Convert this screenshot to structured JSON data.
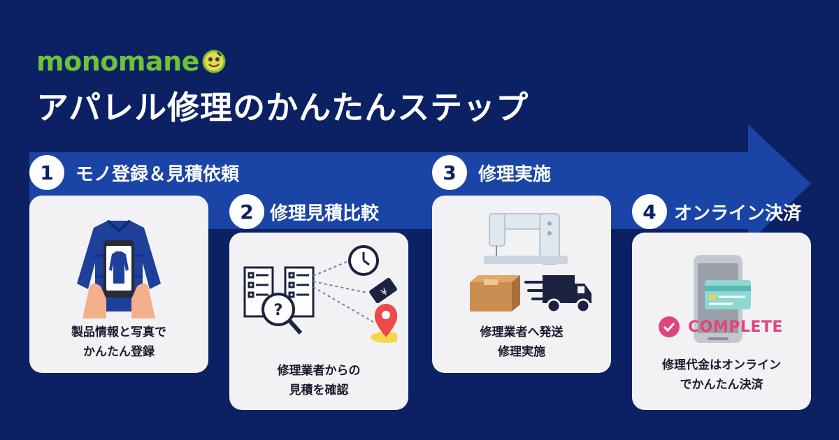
{
  "brand": {
    "name": "monomane",
    "color": "#6ec238"
  },
  "headline": "アパレル修理のかんたんステップ",
  "colors": {
    "background": "#0b2163",
    "arrow": "#1a44a6",
    "card": "#f2f2f5",
    "accent": "#e0457b"
  },
  "steps": [
    {
      "number": "1",
      "title": "モノ登録＆見積依頼",
      "lines": [
        "製品情報と写真で",
        "かんたん登録"
      ],
      "icon": "phone-photo-jacket-icon"
    },
    {
      "number": "2",
      "title": "修理見積比較",
      "lines": [
        "修理業者からの",
        "見積を確認"
      ],
      "icon": "quote-compare-icon"
    },
    {
      "number": "3",
      "title": "修理実施",
      "lines": [
        "修理業者へ発送",
        "修理実施"
      ],
      "icon": "sewing-shipping-icon"
    },
    {
      "number": "4",
      "title": "オンライン決済",
      "lines": [
        "修理代金はオンライン",
        "でかんたん決済"
      ],
      "icon": "online-payment-icon"
    }
  ],
  "complete_label": "COMPLETE"
}
